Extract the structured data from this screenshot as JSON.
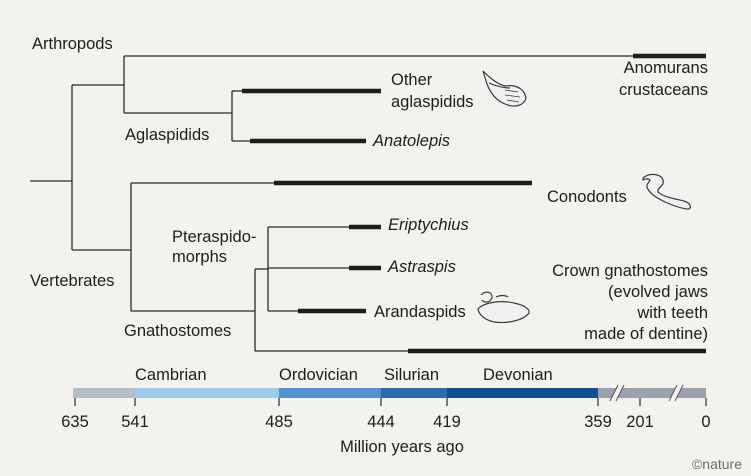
{
  "tree": {
    "clade_labels": {
      "arthropods": "Arthropods",
      "aglaspidids": "Aglaspidids",
      "vertebrates": "Vertebrates",
      "pteraspidomorphs_line1": "Pteraspido-",
      "pteraspidomorphs_line2": "morphs",
      "gnathostomes": "Gnathostomes"
    },
    "taxa": {
      "anomurans_line1": "Anomurans",
      "anomurans_line2": "crustaceans",
      "other_aglaspidids_line1": "Other",
      "other_aglaspidids_line2": "aglaspidids",
      "anatolepis": "Anatolepis",
      "conodonts": "Conodonts",
      "eriptychius": "Eriptychius",
      "astraspis": "Astraspis",
      "arandaspids": "Arandaspids",
      "crown_line1": "Crown gnathostomes",
      "crown_line2": "(evolved jaws",
      "crown_line3": "with teeth",
      "crown_line4": "made of dentine)"
    }
  },
  "timescale": {
    "periods": {
      "cambrian": "Cambrian",
      "ordovician": "Ordovician",
      "silurian": "Silurian",
      "devonian": "Devonian"
    },
    "ticks": [
      "635",
      "541",
      "485",
      "444",
      "419",
      "359",
      "201",
      "0"
    ],
    "axis_label": "Million years ago",
    "colors": {
      "pre": "#b6bcc6",
      "cambrian": "#9ccbea",
      "ordovician": "#4f92cc",
      "silurian": "#2a6cae",
      "devonian": "#0f4f8f",
      "post": "#9aa1ad"
    }
  },
  "credit": "©nature"
}
